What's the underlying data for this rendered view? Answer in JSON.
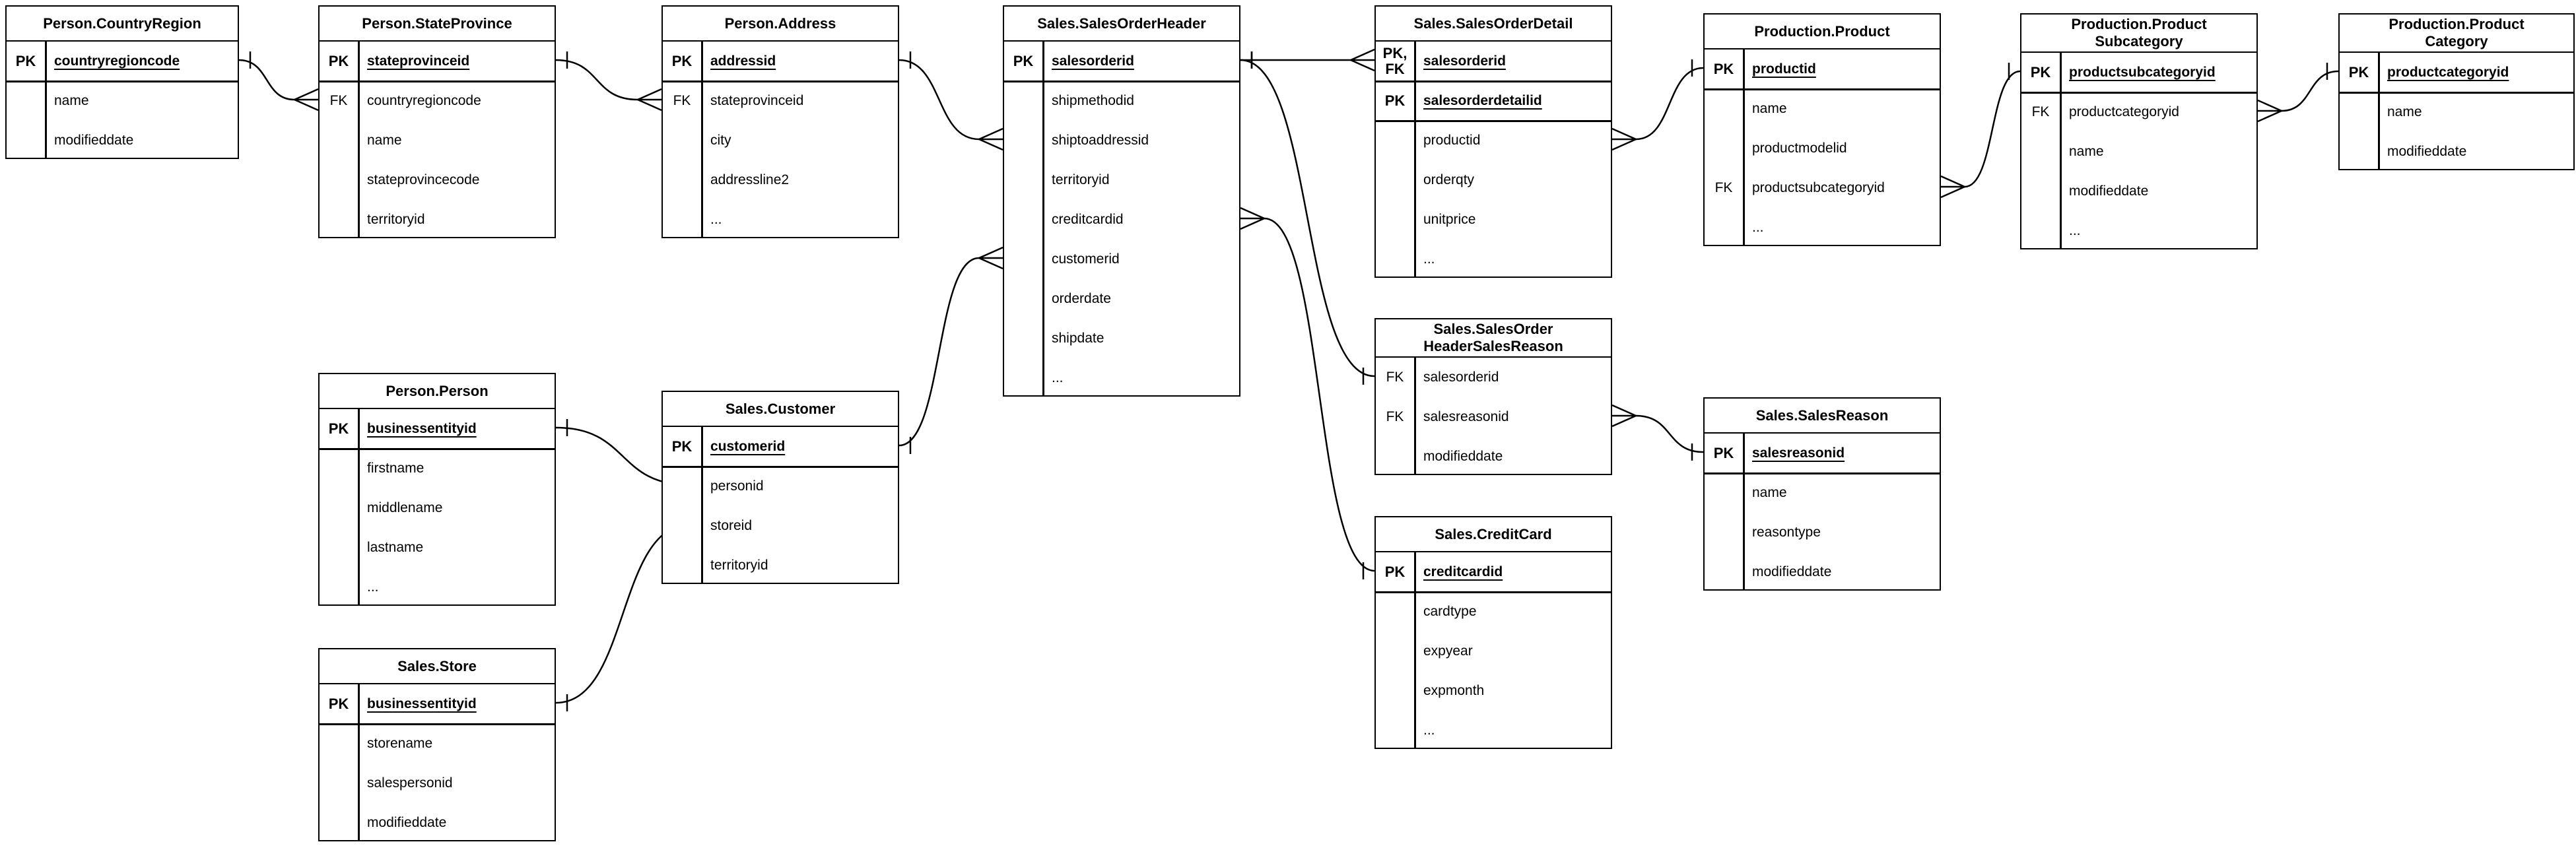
{
  "diagram": {
    "background_color": "#ffffff",
    "line_color": "#000000",
    "tables": [
      {
        "id": "person_countryregion",
        "title_lines": [
          "Person.CountryRegion"
        ],
        "sections": [
          {
            "rows": [
              {
                "key": "PK",
                "label": "countryregioncode",
                "pk": true
              }
            ]
          },
          {
            "rows": [
              {
                "key": "",
                "label": "name",
                "pk": false
              },
              {
                "key": "",
                "label": "modifieddate",
                "pk": false
              }
            ]
          }
        ]
      },
      {
        "id": "person_stateprovince",
        "title_lines": [
          "Person.StateProvince"
        ],
        "sections": [
          {
            "rows": [
              {
                "key": "PK",
                "label": "stateprovinceid",
                "pk": true
              }
            ]
          },
          {
            "rows": [
              {
                "key": "FK",
                "label": "countryregioncode",
                "pk": false
              },
              {
                "key": "",
                "label": "name",
                "pk": false
              },
              {
                "key": "",
                "label": "stateprovincecode",
                "pk": false
              },
              {
                "key": "",
                "label": "territoryid",
                "pk": false
              }
            ]
          }
        ]
      },
      {
        "id": "person_address",
        "title_lines": [
          "Person.Address"
        ],
        "sections": [
          {
            "rows": [
              {
                "key": "PK",
                "label": "addressid",
                "pk": true
              }
            ]
          },
          {
            "rows": [
              {
                "key": "FK",
                "label": "stateprovinceid",
                "pk": false
              },
              {
                "key": "",
                "label": "city",
                "pk": false
              },
              {
                "key": "",
                "label": "addressline2",
                "pk": false
              },
              {
                "key": "",
                "label": "...",
                "pk": false
              }
            ]
          }
        ]
      },
      {
        "id": "sales_salesorderheader",
        "title_lines": [
          "Sales.SalesOrderHeader"
        ],
        "sections": [
          {
            "rows": [
              {
                "key": "PK",
                "label": "salesorderid",
                "pk": true
              }
            ]
          },
          {
            "rows": [
              {
                "key": "",
                "label": "shipmethodid",
                "pk": false
              },
              {
                "key": "",
                "label": "shiptoaddressid",
                "pk": false
              },
              {
                "key": "",
                "label": "territoryid",
                "pk": false
              },
              {
                "key": "",
                "label": "creditcardid",
                "pk": false
              },
              {
                "key": "",
                "label": "customerid",
                "pk": false
              },
              {
                "key": "",
                "label": "orderdate",
                "pk": false
              },
              {
                "key": "",
                "label": "shipdate",
                "pk": false
              },
              {
                "key": "",
                "label": "...",
                "pk": false
              }
            ]
          }
        ]
      },
      {
        "id": "sales_salesorderdetail",
        "title_lines": [
          "Sales.SalesOrderDetail"
        ],
        "sections": [
          {
            "rows": [
              {
                "key": "PK,\nFK",
                "label": "salesorderid",
                "pk": true
              }
            ]
          },
          {
            "rows": [
              {
                "key": "PK",
                "label": "salesorderdetailid",
                "pk": true
              }
            ]
          },
          {
            "rows": [
              {
                "key": "",
                "label": "productid",
                "pk": false
              },
              {
                "key": "",
                "label": "orderqty",
                "pk": false
              },
              {
                "key": "",
                "label": "unitprice",
                "pk": false
              },
              {
                "key": "",
                "label": "...",
                "pk": false
              }
            ]
          }
        ]
      },
      {
        "id": "production_product",
        "title_lines": [
          "Production.Product"
        ],
        "sections": [
          {
            "rows": [
              {
                "key": "PK",
                "label": "productid",
                "pk": true
              }
            ]
          },
          {
            "rows": [
              {
                "key": "",
                "label": "name",
                "pk": false
              },
              {
                "key": "",
                "label": "productmodelid",
                "pk": false
              },
              {
                "key": "FK",
                "label": "productsubcategoryid",
                "pk": false
              },
              {
                "key": "",
                "label": "...",
                "pk": false
              }
            ]
          }
        ]
      },
      {
        "id": "production_productsubcategory",
        "title_lines": [
          "Production.Product",
          "Subcategory"
        ],
        "sections": [
          {
            "rows": [
              {
                "key": "PK",
                "label": "productsubcategoryid",
                "pk": true
              }
            ]
          },
          {
            "rows": [
              {
                "key": "FK",
                "label": "productcategoryid",
                "pk": false
              },
              {
                "key": "",
                "label": "name",
                "pk": false
              },
              {
                "key": "",
                "label": "modifieddate",
                "pk": false
              },
              {
                "key": "",
                "label": "...",
                "pk": false
              }
            ]
          }
        ]
      },
      {
        "id": "production_productcategory",
        "title_lines": [
          "Production.Product",
          "Category"
        ],
        "sections": [
          {
            "rows": [
              {
                "key": "PK",
                "label": "productcategoryid",
                "pk": true
              }
            ]
          },
          {
            "rows": [
              {
                "key": "",
                "label": "name",
                "pk": false
              },
              {
                "key": "",
                "label": "modifieddate",
                "pk": false
              }
            ]
          }
        ]
      },
      {
        "id": "person_person",
        "title_lines": [
          "Person.Person"
        ],
        "sections": [
          {
            "rows": [
              {
                "key": "PK",
                "label": "businessentityid",
                "pk": true
              }
            ]
          },
          {
            "rows": [
              {
                "key": "",
                "label": "firstname",
                "pk": false
              },
              {
                "key": "",
                "label": "middlename",
                "pk": false
              },
              {
                "key": "",
                "label": "lastname",
                "pk": false
              },
              {
                "key": "",
                "label": "...",
                "pk": false
              }
            ]
          }
        ]
      },
      {
        "id": "sales_customer",
        "title_lines": [
          "Sales.Customer"
        ],
        "sections": [
          {
            "rows": [
              {
                "key": "PK",
                "label": "customerid",
                "pk": true
              }
            ]
          },
          {
            "rows": [
              {
                "key": "",
                "label": "personid",
                "pk": false
              },
              {
                "key": "",
                "label": "storeid",
                "pk": false
              },
              {
                "key": "",
                "label": "territoryid",
                "pk": false
              }
            ]
          }
        ]
      },
      {
        "id": "sales_salesorderheadersalesreason",
        "title_lines": [
          "Sales.SalesOrder",
          "HeaderSalesReason"
        ],
        "sections": [
          {
            "rows": [
              {
                "key": "FK",
                "label": "salesorderid",
                "pk": false
              },
              {
                "key": "FK",
                "label": "salesreasonid",
                "pk": false
              },
              {
                "key": "",
                "label": "modifieddate",
                "pk": false
              }
            ]
          }
        ]
      },
      {
        "id": "sales_salesreason",
        "title_lines": [
          "Sales.SalesReason"
        ],
        "sections": [
          {
            "rows": [
              {
                "key": "PK",
                "label": "salesreasonid",
                "pk": true
              }
            ]
          },
          {
            "rows": [
              {
                "key": "",
                "label": "name",
                "pk": false
              },
              {
                "key": "",
                "label": "reasontype",
                "pk": false
              },
              {
                "key": "",
                "label": "modifieddate",
                "pk": false
              }
            ]
          }
        ]
      },
      {
        "id": "sales_store",
        "title_lines": [
          "Sales.Store"
        ],
        "sections": [
          {
            "rows": [
              {
                "key": "PK",
                "label": "businessentityid",
                "pk": true
              }
            ]
          },
          {
            "rows": [
              {
                "key": "",
                "label": "storename",
                "pk": false
              },
              {
                "key": "",
                "label": "salespersonid",
                "pk": false
              },
              {
                "key": "",
                "label": "modifieddate",
                "pk": false
              }
            ]
          }
        ]
      },
      {
        "id": "sales_creditcard",
        "title_lines": [
          "Sales.CreditCard"
        ],
        "sections": [
          {
            "rows": [
              {
                "key": "PK",
                "label": "creditcardid",
                "pk": true
              }
            ]
          },
          {
            "rows": [
              {
                "key": "",
                "label": "cardtype",
                "pk": false
              },
              {
                "key": "",
                "label": "expyear",
                "pk": false
              },
              {
                "key": "",
                "label": "expmonth",
                "pk": false
              },
              {
                "key": "",
                "label": "...",
                "pk": false
              }
            ]
          }
        ]
      }
    ],
    "relationships": [
      {
        "from_table": "Person.CountryRegion",
        "from_field": "countryregioncode",
        "from_cardinality": "one",
        "to_table": "Person.StateProvince",
        "to_field": "countryregioncode",
        "to_cardinality": "many"
      },
      {
        "from_table": "Person.StateProvince",
        "from_field": "stateprovinceid",
        "from_cardinality": "one",
        "to_table": "Person.Address",
        "to_field": "stateprovinceid",
        "to_cardinality": "many"
      },
      {
        "from_table": "Person.Address",
        "from_field": "addressid",
        "from_cardinality": "one",
        "to_table": "Sales.SalesOrderHeader",
        "to_field": "shiptoaddressid",
        "to_cardinality": "many"
      },
      {
        "from_table": "Sales.Customer",
        "from_field": "customerid",
        "from_cardinality": "one",
        "to_table": "Sales.SalesOrderHeader",
        "to_field": "customerid",
        "to_cardinality": "many"
      },
      {
        "from_table": "Person.Person",
        "from_field": "businessentityid",
        "from_cardinality": "one",
        "to_table": "Sales.Customer",
        "to_field": "personid",
        "to_cardinality": "zero-or-one"
      },
      {
        "from_table": "Sales.Store",
        "from_field": "businessentityid",
        "from_cardinality": "one",
        "to_table": "Sales.Customer",
        "to_field": "storeid",
        "to_cardinality": "zero-or-one"
      },
      {
        "from_table": "Sales.SalesOrderHeader",
        "from_field": "salesorderid",
        "from_cardinality": "one",
        "to_table": "Sales.SalesOrderDetail",
        "to_field": "salesorderid",
        "to_cardinality": "many"
      },
      {
        "from_table": "Sales.SalesOrderHeader",
        "from_field": "salesorderid",
        "from_cardinality": "one",
        "to_table": "Sales.SalesOrderHeaderSalesReason",
        "to_field": "salesorderid",
        "to_cardinality": "one"
      },
      {
        "from_table": "Sales.SalesOrderHeader",
        "from_field": "creditcardid",
        "from_cardinality": "many",
        "to_table": "Sales.CreditCard",
        "to_field": "creditcardid",
        "to_cardinality": "one"
      },
      {
        "from_table": "Sales.SalesOrderDetail",
        "from_field": "productid",
        "from_cardinality": "many",
        "to_table": "Production.Product",
        "to_field": "productid",
        "to_cardinality": "one"
      },
      {
        "from_table": "Production.Product",
        "from_field": "productsubcategoryid",
        "from_cardinality": "many",
        "to_table": "Production.ProductSubcategory",
        "to_field": "productsubcategoryid",
        "to_cardinality": "one"
      },
      {
        "from_table": "Production.ProductSubcategory",
        "from_field": "productcategoryid",
        "from_cardinality": "many",
        "to_table": "Production.ProductCategory",
        "to_field": "productcategoryid",
        "to_cardinality": "one"
      },
      {
        "from_table": "Sales.SalesOrderHeaderSalesReason",
        "from_field": "salesreasonid",
        "from_cardinality": "many",
        "to_table": "Sales.SalesReason",
        "to_field": "salesreasonid",
        "to_cardinality": "one"
      }
    ]
  }
}
